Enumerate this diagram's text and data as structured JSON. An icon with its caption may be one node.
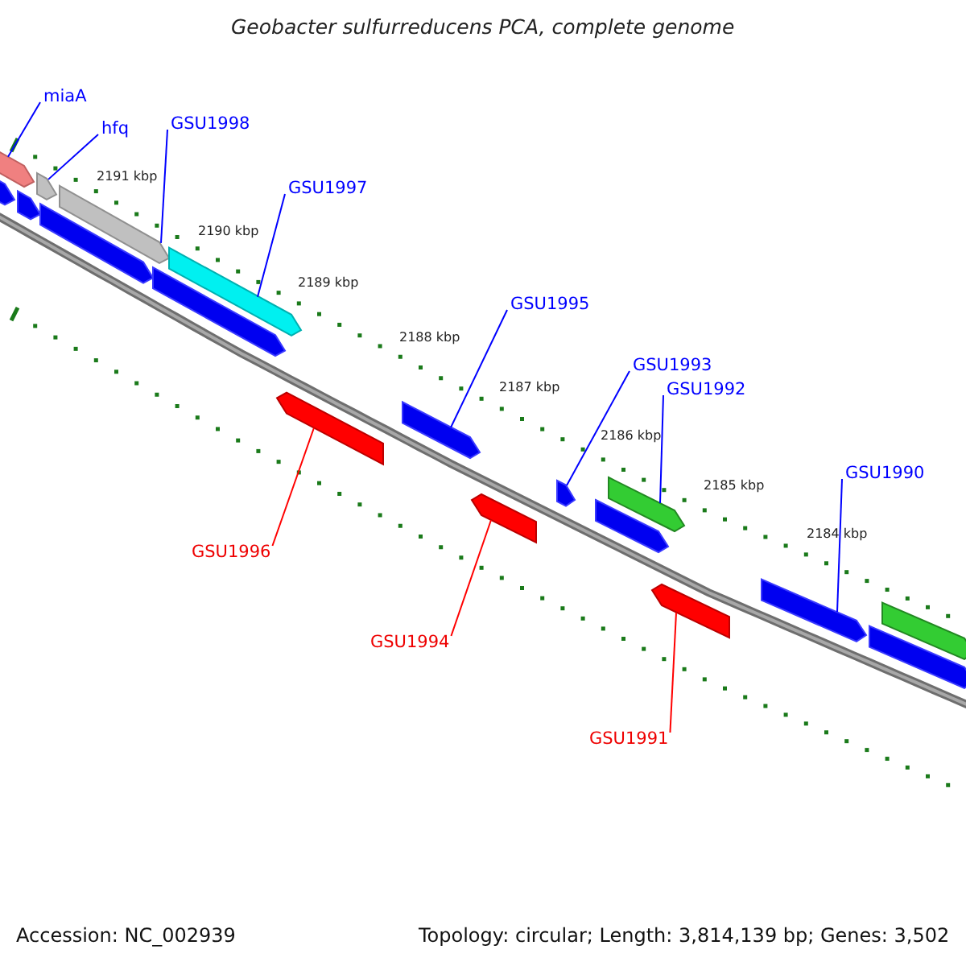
{
  "diagram": {
    "title": "Geobacter sulfurreducens PCA, complete genome",
    "nodes": [
      {
        "text": [
          "miaA"
        ]
      },
      {
        "text": [
          "hfq"
        ]
      },
      {
        "text": [
          "GSU1998"
        ]
      },
      {
        "text": [
          "GSU1997"
        ]
      },
      {
        "text": [
          "GSU1995"
        ]
      },
      {
        "text": [
          "GSU1993"
        ]
      },
      {
        "text": [
          "GSU1992"
        ]
      },
      {
        "text": [
          "GSU1990"
        ]
      },
      {
        "text": [
          "GSU1996"
        ]
      },
      {
        "text": [
          "GSU1994"
        ]
      },
      {
        "text": [
          "GSU1991"
        ]
      },
      {
        "text": [],
        "shape": "bar"
      },
      {
        "text": [],
        "shape": "bar"
      },
      {
        "text": [],
        "shape": "bar"
      },
      {
        "text": [],
        "shape": "bar"
      },
      {
        "text": [],
        "shape": "bar"
      },
      {
        "text": [],
        "shape": "bar"
      },
      {
        "text": [],
        "shape": "bar"
      },
      {
        "text": [],
        "shape": "bar"
      },
      {
        "text": [],
        "shape": "bar"
      },
      {
        "text": [],
        "shape": "bar"
      },
      {
        "text": [],
        "shape": "bar"
      },
      {
        "text": [],
        "shape": "bar"
      },
      {
        "text": [],
        "shape": "bar"
      },
      {
        "text": [],
        "shape": "bar"
      },
      {
        "text": [],
        "shape": "bar"
      },
      {
        "text": [],
        "shape": "bar"
      },
      {
        "text": [],
        "shape": "bar"
      },
      {
        "text": [],
        "shape": "bar"
      }
    ],
    "edges": [
      {
        "from": 0,
        "to": 11,
        "arrow": "none"
      },
      {
        "from": 1,
        "to": 14,
        "arrow": "none"
      },
      {
        "from": 2,
        "to": 16,
        "arrow": "none"
      },
      {
        "from": 3,
        "to": 18,
        "arrow": "none"
      },
      {
        "from": 4,
        "to": 20,
        "arrow": "none"
      },
      {
        "from": 5,
        "to": 22,
        "arrow": "none"
      },
      {
        "from": 6,
        "to": 24,
        "arrow": "none"
      },
      {
        "from": 7,
        "to": 26,
        "arrow": "none"
      },
      {
        "from": 8,
        "to": 19,
        "arrow": "none",
        "color": "#ff0000"
      },
      {
        "from": 9,
        "to": 21,
        "arrow": "none",
        "color": "#ff0000"
      },
      {
        "from": 10,
        "to": 25,
        "arrow": "none",
        "color": "#ff0000"
      }
    ],
    "labels": [
      "2191 kbp",
      "2190 kbp",
      "2189 kbp",
      "2188 kbp",
      "2187 kbp",
      "2186 kbp",
      "2185 kbp",
      "2184 kbp",
      "Accession: NC_002939",
      "Topology: circular; Length: 3,814,139 bp; Genes: 3,502"
    ]
  }
}
